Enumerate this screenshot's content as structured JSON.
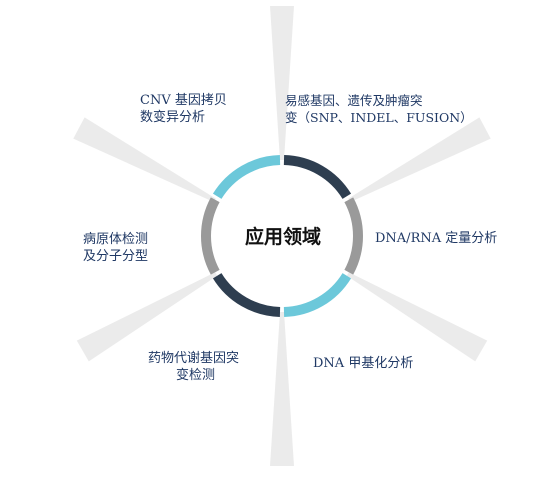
{
  "center": {
    "title": "应用领域"
  },
  "segments": [
    {
      "name": "a",
      "color": "#2e3e50",
      "from": 0,
      "to": 60
    },
    {
      "name": "b",
      "color": "#9a9a9a",
      "from": 60,
      "to": 120
    },
    {
      "name": "c",
      "color": "#6cc8da",
      "from": 120,
      "to": 180
    },
    {
      "name": "d",
      "color": "#2e3e50",
      "from": 180,
      "to": 240
    },
    {
      "name": "e",
      "color": "#9a9a9a",
      "from": 240,
      "to": 300
    },
    {
      "name": "f",
      "color": "#6cc8da",
      "from": 300,
      "to": 360
    }
  ],
  "labels": {
    "cnv": {
      "line1": "CNV 基因拷贝",
      "line2": "数变异分析"
    },
    "susceptibility": {
      "line1": "易感基因、遗传及肿瘤突",
      "line2": "变（SNP、INDEL、FUSION）"
    },
    "quant": {
      "line1": "DNA/RNA 定量分析"
    },
    "methyl": {
      "line1": "DNA 甲基化分析"
    },
    "drug": {
      "line1": "药物代谢基因突",
      "line2": "变检测"
    },
    "pathogen": {
      "line1": "病原体检测",
      "line2": "及分子分型"
    }
  }
}
